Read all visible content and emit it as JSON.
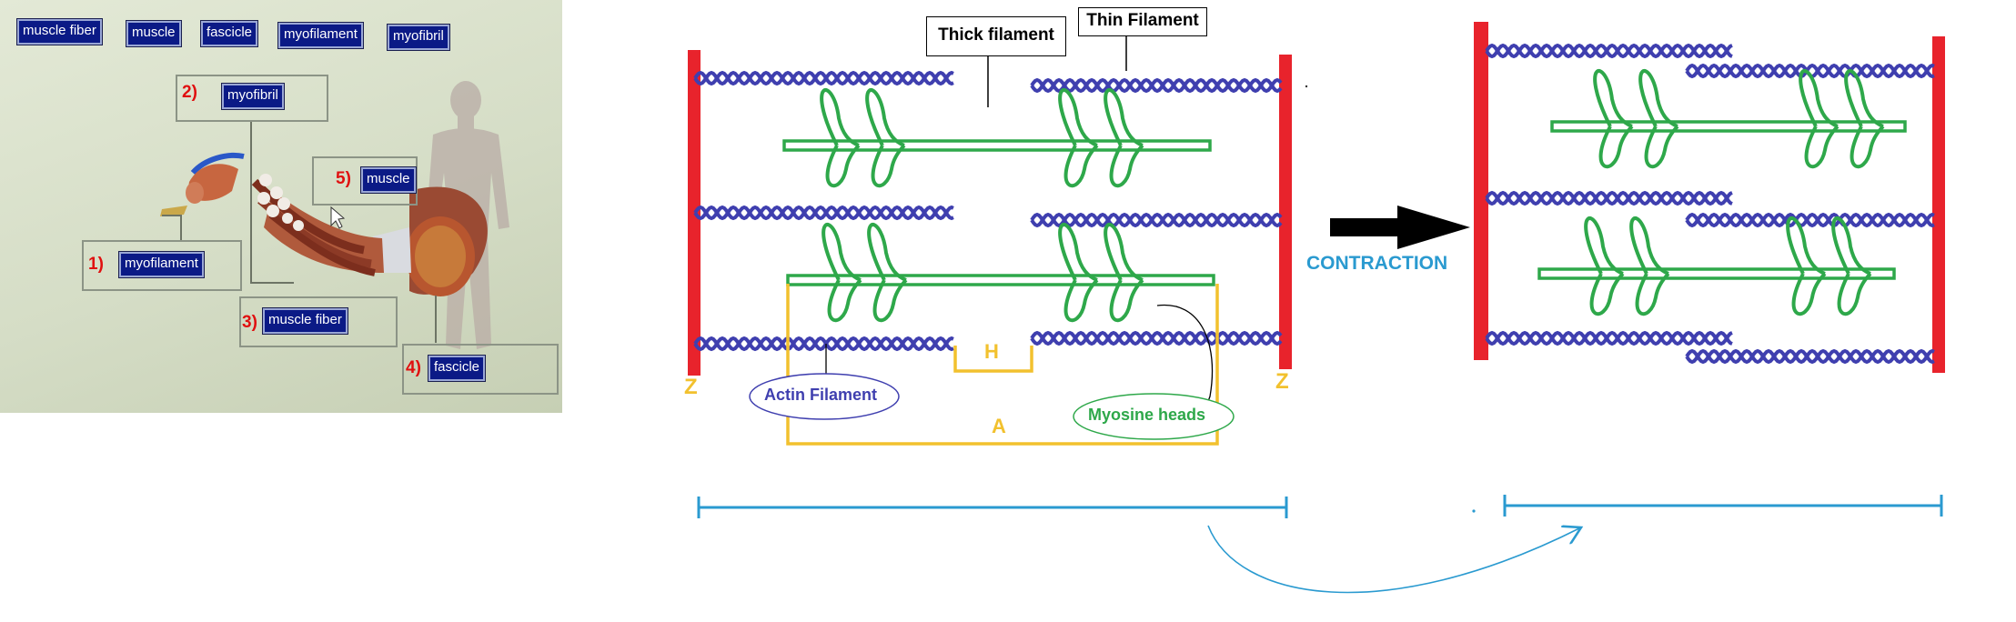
{
  "photo": {
    "top_chips": [
      "muscle fiber",
      "muscle",
      "fascicle",
      "myofilament",
      "myofibril"
    ],
    "slots": [
      {
        "number": "1)",
        "answer": "myofilament"
      },
      {
        "number": "2)",
        "answer": "myofibril"
      },
      {
        "number": "3)",
        "answer": "muscle fiber"
      },
      {
        "number": "4)",
        "answer": "fascicle"
      },
      {
        "number": "5)",
        "answer": "muscle"
      }
    ]
  },
  "diagram": {
    "labels": {
      "thick_filament": "Thick filament",
      "thin_filament": "Thin Filament",
      "actin_filament": "Actin Filament",
      "myosine_heads": "Myosine heads",
      "h_band": "H",
      "a_band": "A",
      "z_left": "Z",
      "z_right": "Z",
      "contraction": "CONTRACTION"
    },
    "colors": {
      "z_line": "#e8232c",
      "actin": "#3f3faf",
      "myosin": "#2ea84a",
      "bands": "#f2c12e",
      "measure": "#2a9ad0",
      "arrow": "#000000"
    }
  }
}
